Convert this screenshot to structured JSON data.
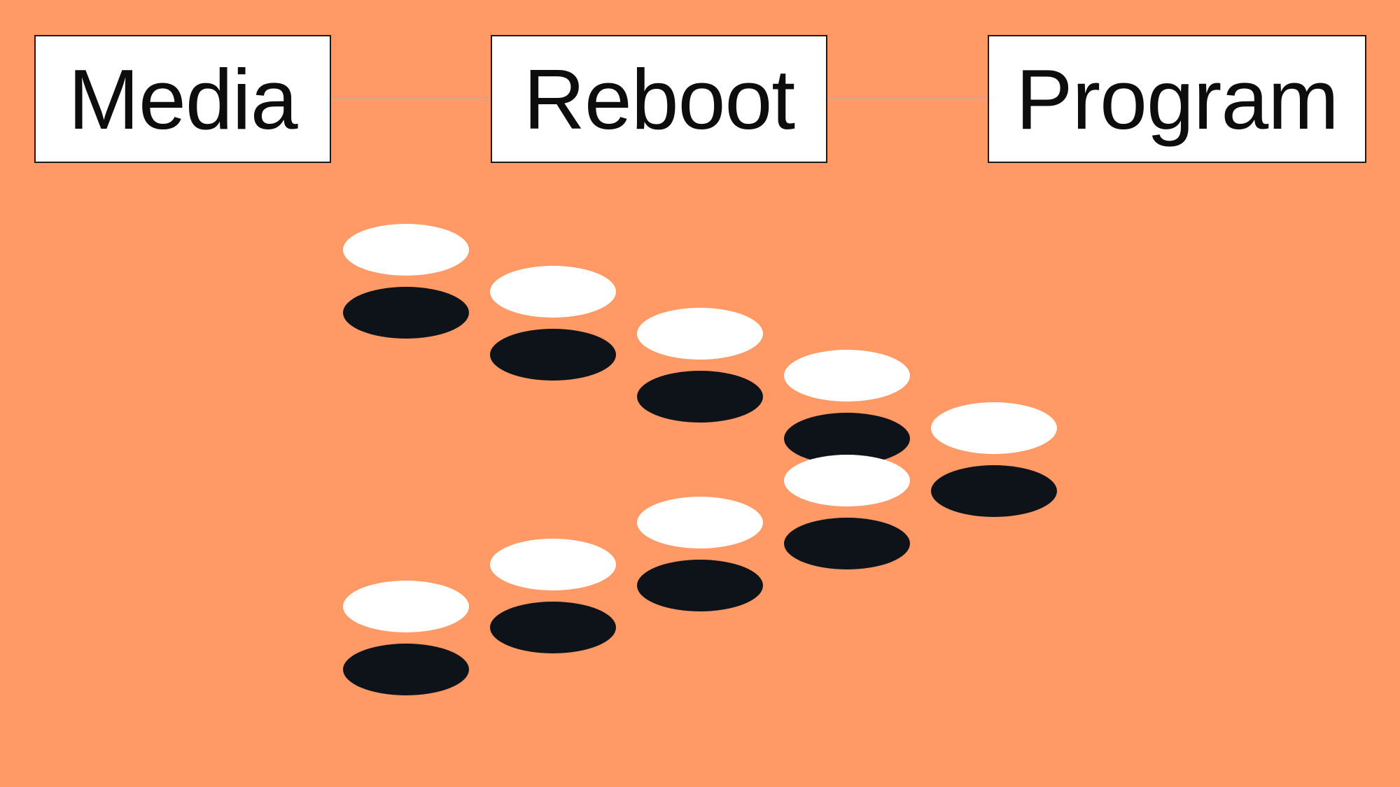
{
  "colors": {
    "background": "#FF9966",
    "box_fill": "#FFFFFF",
    "box_border": "#1A1A1A",
    "text": "#0D0D0D",
    "connector": "#B8B3AD",
    "disc_light": "#FFFFFF",
    "disc_dark": "#0E131A"
  },
  "boxes": {
    "media": "Media",
    "reboot": "Reboot",
    "program": "Program"
  },
  "disc_pattern": {
    "description_free": true,
    "rows": [
      [
        "light",
        "dark"
      ],
      [
        "light",
        "dark"
      ],
      [
        "light",
        "dark"
      ],
      [
        "light",
        "dark"
      ],
      [
        "light",
        "dark"
      ],
      [
        "light",
        "dark"
      ],
      [
        "light",
        "dark"
      ],
      [
        "light",
        "dark"
      ],
      [
        "light",
        "dark"
      ]
    ]
  }
}
